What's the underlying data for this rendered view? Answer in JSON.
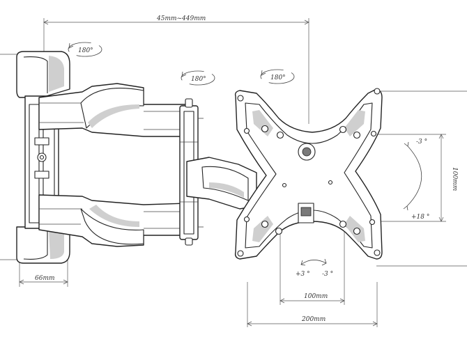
{
  "colors": {
    "line": "#222222",
    "shade": "#cfcfcf",
    "background": "#ffffff"
  },
  "dimensions": {
    "extension": "45mm~449mm",
    "wall_plate_depth": "66mm",
    "vesa_inner": "100mm",
    "vesa_outer": "200mm",
    "vesa_vertical": "100mm"
  },
  "rotations": {
    "wall_joint": "180°",
    "elbow_joint": "180°",
    "head_joint": "180°"
  },
  "tilt": {
    "up": "-3 °",
    "down": "+18 °"
  },
  "swivel": {
    "left": "+3 °",
    "right": "-3 °"
  }
}
